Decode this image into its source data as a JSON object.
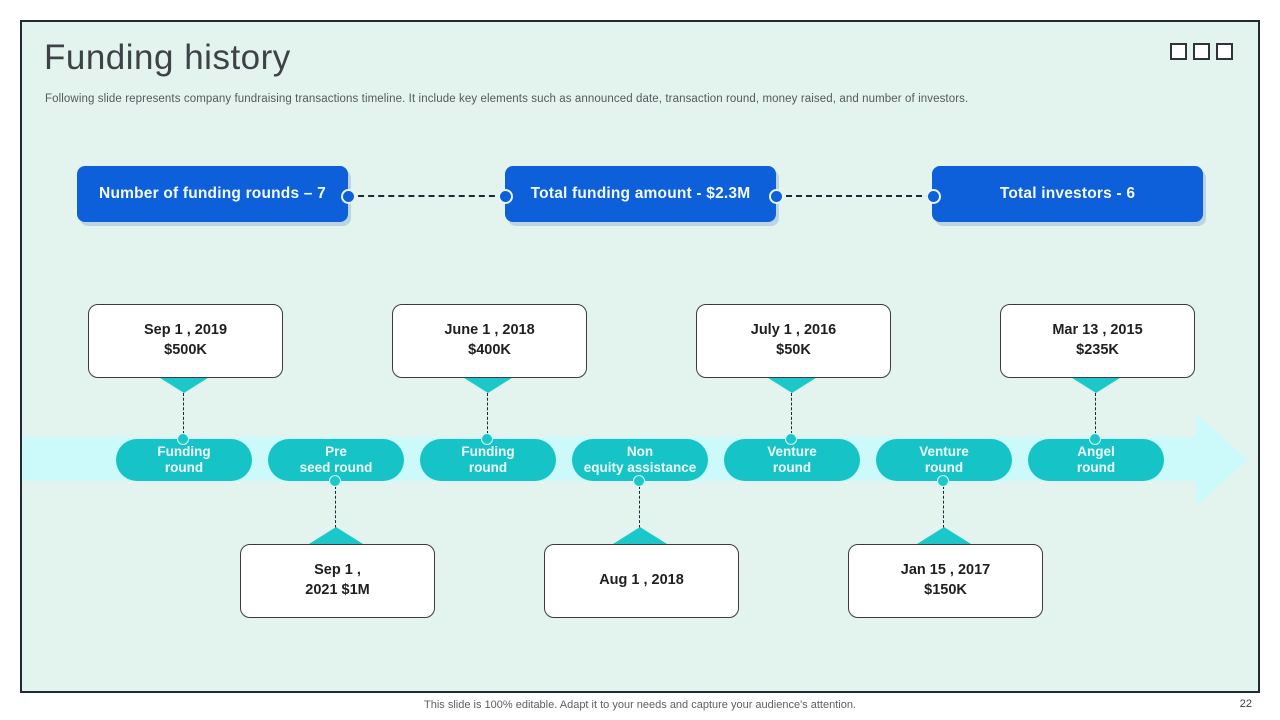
{
  "page": {
    "title": "Funding history",
    "subtitle": "Following slide represents company fundraising transactions timeline. It include key elements such as announced date, transaction round, money raised, and number of investors.",
    "footer_note": "This slide is 100% editable. Adapt it to your needs and capture your audience's attention.",
    "page_number": "22"
  },
  "summary_stats": [
    {
      "label": "Number of funding rounds – 7"
    },
    {
      "label": "Total funding amount - $2.3M"
    },
    {
      "label": "Total investors - 6"
    }
  ],
  "timeline": {
    "events": [
      {
        "round": "Funding round",
        "round_line1": "Funding",
        "round_line2": "round",
        "announced_date": "Sep 1 , 2019",
        "money_raised": "$500K",
        "card_line1": "Sep 1 , 2019",
        "card_line2": "$500K",
        "detail_position": "above"
      },
      {
        "round": "Pre seed round",
        "round_line1": "Pre",
        "round_line2": "seed round",
        "announced_date": "Sep 1 , 2021",
        "money_raised": "$1M",
        "card_line1": "Sep 1 ,",
        "card_line2": "2021 $1M",
        "detail_position": "below"
      },
      {
        "round": "Funding round",
        "round_line1": "Funding",
        "round_line2": "round",
        "announced_date": "June 1 , 2018",
        "money_raised": "$400K",
        "card_line1": "June 1 , 2018",
        "card_line2": "$400K",
        "detail_position": "above"
      },
      {
        "round": "Non equity assistance",
        "round_line1": "Non",
        "round_line2": "equity assistance",
        "announced_date": "Aug 1 , 2018",
        "money_raised": "",
        "card_line1": "Aug 1 , 2018",
        "card_line2": "",
        "detail_position": "below"
      },
      {
        "round": "Venture round",
        "round_line1": "Venture",
        "round_line2": "round",
        "announced_date": "July 1 , 2016",
        "money_raised": "$50K",
        "card_line1": "July 1 , 2016",
        "card_line2": "$50K",
        "detail_position": "above"
      },
      {
        "round": "Venture round",
        "round_line1": "Venture",
        "round_line2": "round",
        "announced_date": "Jan 15 , 2017",
        "money_raised": "$150K",
        "card_line1": "Jan 15 , 2017",
        "card_line2": "$150K",
        "detail_position": "below"
      },
      {
        "round": "Angel round",
        "round_line1": "Angel",
        "round_line2": "round",
        "announced_date": "Mar 13 , 2015",
        "money_raised": "$235K",
        "card_line1": "Mar 13 , 2015",
        "card_line2": "$235K",
        "detail_position": "above"
      }
    ]
  },
  "colors": {
    "slide_background": "#e3f4ef",
    "stat_banner_blue": "#0d60da",
    "timeline_band": "#ccfafb",
    "pill_teal": "#16c4c7",
    "card_border": "#3c3c3c"
  }
}
